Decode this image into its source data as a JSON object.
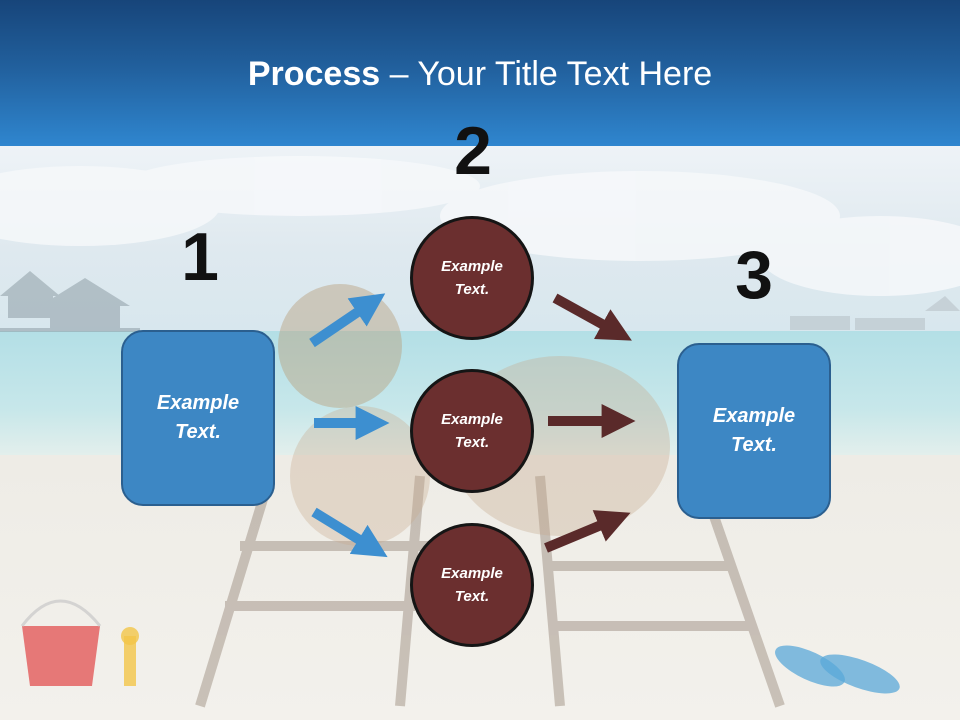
{
  "header": {
    "title_bold": "Process",
    "title_rest": " – Your Title Text Here"
  },
  "steps": {
    "one": {
      "number": "1",
      "text_line1": "Example",
      "text_line2": "Text."
    },
    "two": {
      "number": "2"
    },
    "three": {
      "number": "3",
      "text_line1": "Example",
      "text_line2": "Text."
    }
  },
  "circles": [
    {
      "line1": "Example",
      "line2": "Text."
    },
    {
      "line1": "Example",
      "line2": "Text."
    },
    {
      "line1": "Example",
      "line2": "Text."
    }
  ],
  "colors": {
    "header": "#215f9c",
    "box_fill": "#3d87c4",
    "circle_fill": "#6b2f2f",
    "blue_arrow": "#3d8fd0",
    "brown_arrow": "#5a2a2a"
  }
}
